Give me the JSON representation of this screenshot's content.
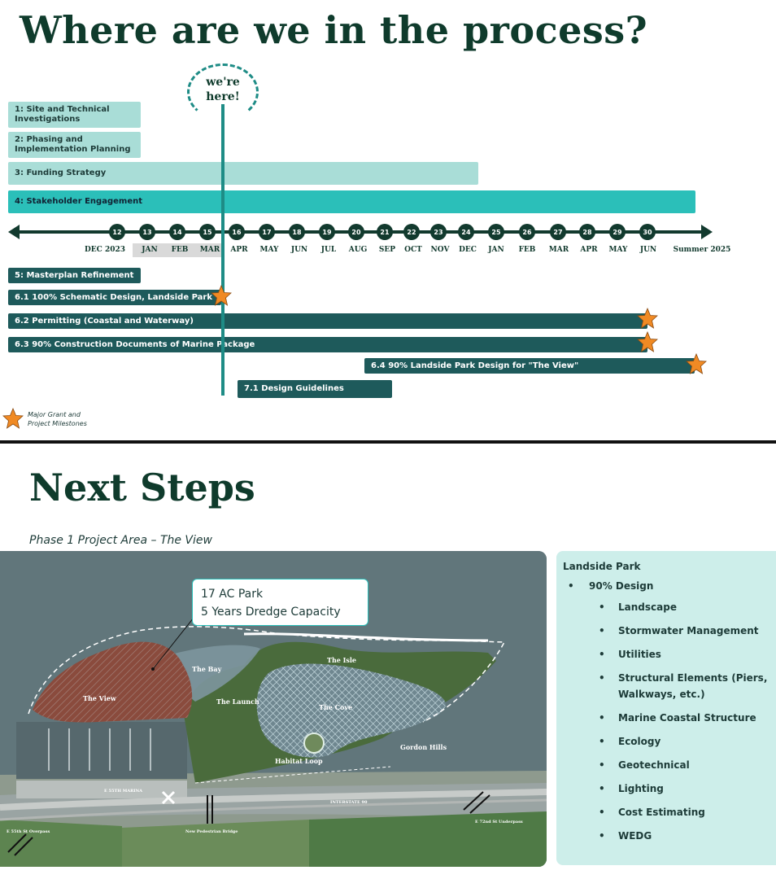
{
  "timeline": {
    "title": "Where are we in the process?",
    "marker_text": "we're here!",
    "tracks": [
      {
        "id": "t1",
        "label": "1: Site and Technical Investigations"
      },
      {
        "id": "t2",
        "label": "2: Phasing and Implementation Planning"
      },
      {
        "id": "t3",
        "label": "3: Funding Strategy"
      },
      {
        "id": "t4",
        "label": "4: Stakeholder Engagement"
      },
      {
        "id": "t5",
        "label": "5: Masterplan Refinement"
      },
      {
        "id": "t61",
        "label": "6.1 100% Schematic Design, Landside Park"
      },
      {
        "id": "t62",
        "label": "6.2 Permitting (Coastal and Waterway)"
      },
      {
        "id": "t63",
        "label": "6.3 90% Construction Documents of Marine Package"
      },
      {
        "id": "t64",
        "label": "6.4 90% Landside Park Design for \"The View\""
      },
      {
        "id": "t71",
        "label": "7.1 Design Guidelines"
      }
    ],
    "nodes": [
      "12",
      "13",
      "14",
      "15",
      "16",
      "17",
      "18",
      "19",
      "20",
      "21",
      "22",
      "23",
      "24",
      "25",
      "26",
      "27",
      "28",
      "29",
      "30"
    ],
    "months": [
      "DEC 2023",
      "JAN",
      "FEB",
      "MAR",
      "APR",
      "MAY",
      "JUN",
      "JUL",
      "AUG",
      "SEP",
      "OCT",
      "NOV",
      "DEC",
      "JAN",
      "FEB",
      "MAR",
      "APR",
      "MAY",
      "JUN",
      "Summer 2025"
    ],
    "legend": "Major Grant and Project Milestones",
    "colors": {
      "light": "#a9ddd7",
      "mid": "#2bbfb9",
      "dark": "#1e5a5b",
      "star": "#f08a24"
    }
  },
  "next_steps": {
    "title": "Next Steps",
    "subtitle": "Phase 1 Project Area – The View",
    "callout": [
      "17 AC Park",
      "5 Years Dredge Capacity"
    ],
    "map_labels": {
      "view": "The View",
      "bay": "The Bay",
      "launch": "The Launch",
      "isle": "The Isle",
      "cove": "The Cove",
      "habitat": "Habitat Loop",
      "gordon": "Gordon Hills",
      "marina": "E 55TH MARINA",
      "overpass": "E 55th St Overpass",
      "bridge": "New Pedestrian Bridge",
      "interstate": "INTERSTATE 90",
      "underpass": "E 72nd St Underpass"
    },
    "panel": {
      "heading": "Landside Park",
      "level1": "90% Design",
      "items": [
        "Landscape",
        "Stormwater Management",
        "Utilities",
        "Structural Elements (Piers, Walkways, etc.)",
        "Marine Coastal Structure",
        "Ecology",
        "Geotechnical",
        "Lighting",
        "Cost Estimating",
        "WEDG"
      ]
    }
  }
}
